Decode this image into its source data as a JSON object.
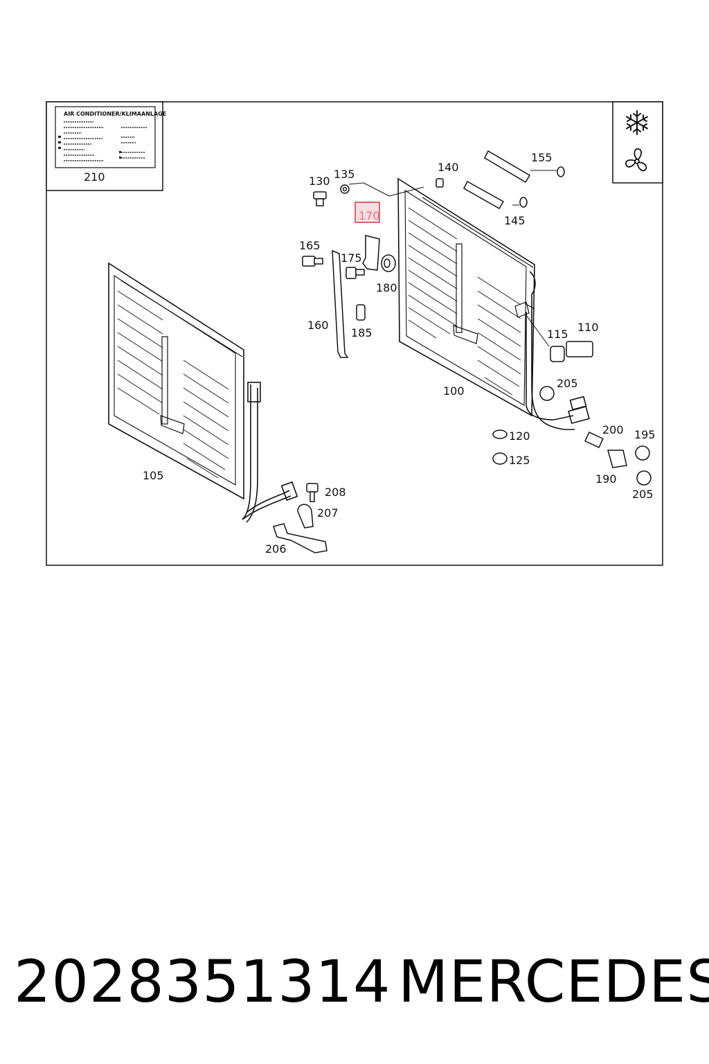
{
  "plate": {
    "title": "AIR CONDITIONER/KLIMAANLAGE",
    "number": "210"
  },
  "callouts": [
    {
      "id": "100",
      "label": "100"
    },
    {
      "id": "105",
      "label": "105"
    },
    {
      "id": "110",
      "label": "110"
    },
    {
      "id": "115",
      "label": "115"
    },
    {
      "id": "120",
      "label": "120"
    },
    {
      "id": "125",
      "label": "125"
    },
    {
      "id": "130",
      "label": "130"
    },
    {
      "id": "135",
      "label": "135"
    },
    {
      "id": "140",
      "label": "140"
    },
    {
      "id": "145",
      "label": "145"
    },
    {
      "id": "155",
      "label": "155"
    },
    {
      "id": "160",
      "label": "160"
    },
    {
      "id": "165",
      "label": "165"
    },
    {
      "id": "170",
      "label": "170",
      "highlighted": true
    },
    {
      "id": "175",
      "label": "175"
    },
    {
      "id": "180",
      "label": "180"
    },
    {
      "id": "185",
      "label": "185"
    },
    {
      "id": "190",
      "label": "190"
    },
    {
      "id": "195",
      "label": "195"
    },
    {
      "id": "200",
      "label": "200"
    },
    {
      "id": "205a",
      "label": "205"
    },
    {
      "id": "205b",
      "label": "205"
    },
    {
      "id": "206",
      "label": "206"
    },
    {
      "id": "207",
      "label": "207"
    },
    {
      "id": "208",
      "label": "208"
    }
  ],
  "icons": [
    "snowflake-icon",
    "fan-icon"
  ],
  "highlight_color": "#d9404e",
  "footer": {
    "part_number": "2028351314",
    "brand": "MERCEDES"
  }
}
